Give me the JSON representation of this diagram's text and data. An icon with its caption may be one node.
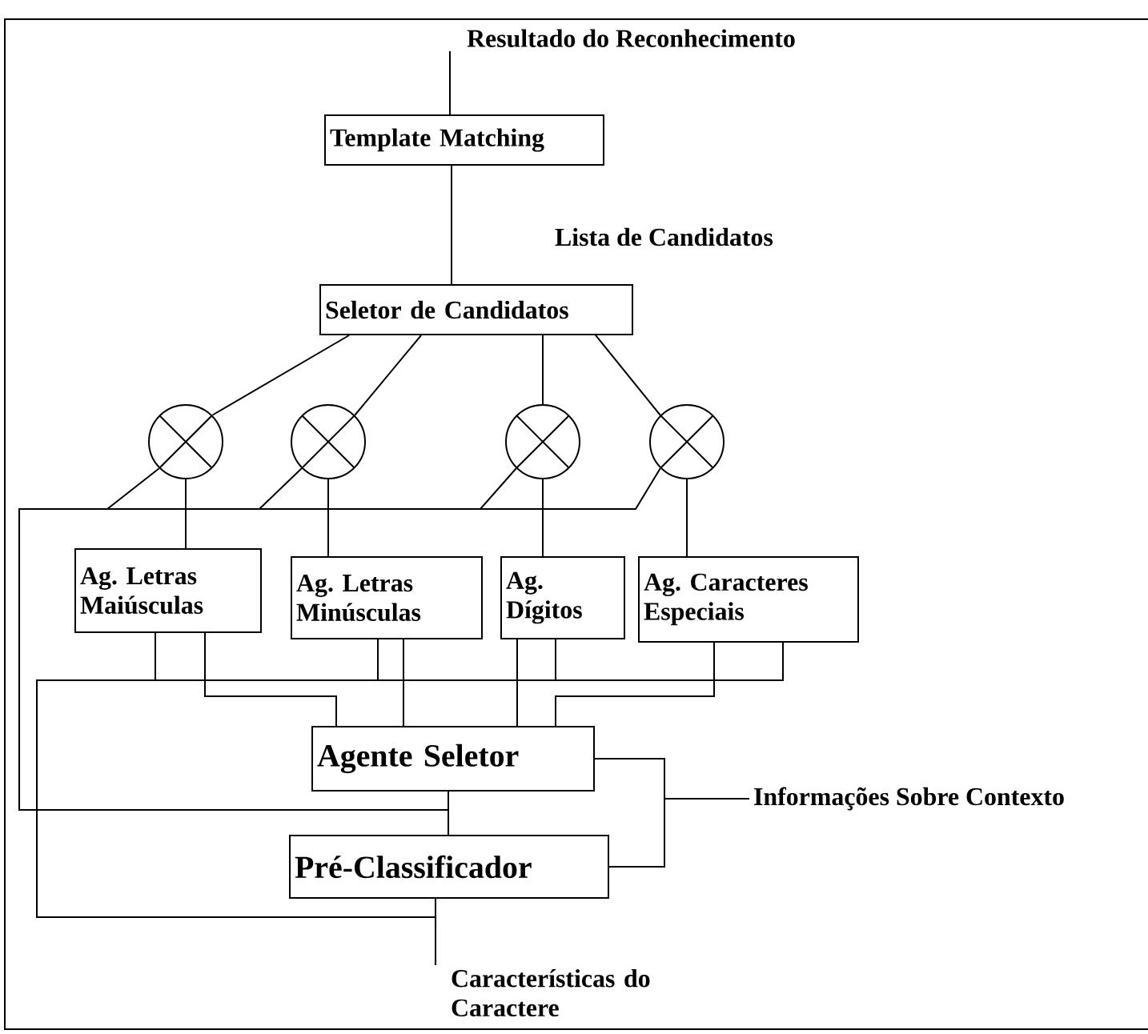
{
  "diagram": {
    "nodes": [
      {
        "text": [
          "Resultado do Reconhecimento"
        ]
      },
      {
        "text": [
          "Template Matching"
        ]
      },
      {
        "text": [
          "Seletor de Candidatos"
        ]
      },
      {
        "text": [],
        "shape": "circle"
      },
      {
        "text": [],
        "shape": "circle"
      },
      {
        "text": [],
        "shape": "circle"
      },
      {
        "text": [],
        "shape": "circle"
      },
      {
        "text": [
          "Ag. Letras Maiúsculas"
        ]
      },
      {
        "text": [
          "Ag. Letras Minúsculas"
        ]
      },
      {
        "text": [
          "Ag. Dígitos"
        ]
      },
      {
        "text": [
          "Ag. Caracteres Especiais"
        ]
      },
      {
        "text": [
          "Agente Seletor"
        ]
      },
      {
        "text": [
          "Pré-Classificador"
        ]
      },
      {
        "text": [
          "Informações Sobre Contexto"
        ]
      },
      {
        "text": [
          "Características do Caractere"
        ]
      }
    ],
    "edges": [
      {
        "from": 1,
        "to": 0,
        "arrow": "none"
      },
      {
        "from": 2,
        "to": 1,
        "arrow": "none"
      },
      {
        "from": 2,
        "to": 3,
        "arrow": "none"
      },
      {
        "from": 2,
        "to": 4,
        "arrow": "none"
      },
      {
        "from": 2,
        "to": 5,
        "arrow": "none"
      },
      {
        "from": 2,
        "to": 6,
        "arrow": "none"
      },
      {
        "from": 3,
        "to": 7,
        "arrow": "none"
      },
      {
        "from": 4,
        "to": 8,
        "arrow": "none"
      },
      {
        "from": 5,
        "to": 9,
        "arrow": "none"
      },
      {
        "from": 6,
        "to": 10,
        "arrow": "none"
      },
      {
        "from": 7,
        "to": 11,
        "arrow": "none"
      },
      {
        "from": 8,
        "to": 11,
        "arrow": "none"
      },
      {
        "from": 9,
        "to": 11,
        "arrow": "none"
      },
      {
        "from": 10,
        "to": 11,
        "arrow": "none"
      },
      {
        "from": 12,
        "to": 3,
        "arrow": "none"
      },
      {
        "from": 12,
        "to": 4,
        "arrow": "none"
      },
      {
        "from": 12,
        "to": 5,
        "arrow": "none"
      },
      {
        "from": 12,
        "to": 6,
        "arrow": "none"
      },
      {
        "from": 11,
        "to": 12,
        "arrow": "none"
      },
      {
        "from": 14,
        "to": 7,
        "arrow": "none"
      },
      {
        "from": 14,
        "to": 8,
        "arrow": "none"
      },
      {
        "from": 14,
        "to": 9,
        "arrow": "none"
      },
      {
        "from": 14,
        "to": 10,
        "arrow": "none"
      },
      {
        "from": 14,
        "to": 12,
        "arrow": "none"
      },
      {
        "from": 13,
        "to": 11,
        "arrow": "none"
      },
      {
        "from": 13,
        "to": 12,
        "arrow": "none"
      }
    ],
    "labels": [
      "Lista de Candidatos"
    ]
  }
}
